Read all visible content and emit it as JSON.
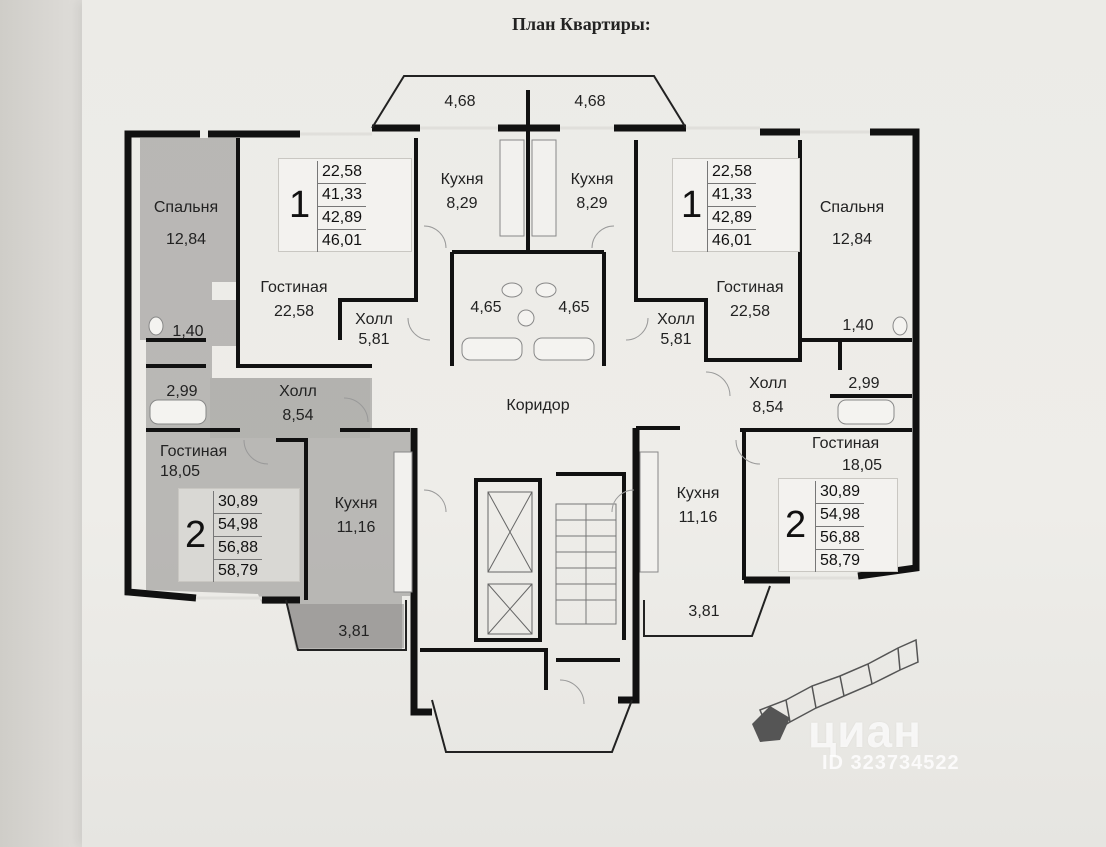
{
  "title": "План Квартиры:",
  "balconies_top": [
    "4,68",
    "4,68"
  ],
  "balconies_bottom": [
    "3,81",
    "3,81"
  ],
  "corridor_label": "Коридор",
  "apartment_left_1": {
    "number": "1",
    "areas": [
      "22,58",
      "41,33",
      "42,89",
      "46,01"
    ],
    "kitchen": {
      "name": "Кухня",
      "area": "8,29"
    },
    "living": {
      "name": "Гостиная",
      "area": "22,58"
    },
    "hall": {
      "name": "Холл",
      "area": "5,81"
    },
    "bath": "4,65"
  },
  "apartment_right_1": {
    "number": "1",
    "areas": [
      "22,58",
      "41,33",
      "42,89",
      "46,01"
    ],
    "kitchen": {
      "name": "Кухня",
      "area": "8,29"
    },
    "living": {
      "name": "Гостиная",
      "area": "22,58"
    },
    "hall": {
      "name": "Холл",
      "area": "5,81"
    },
    "bath": "4,65"
  },
  "apartment_left_2": {
    "number": "2",
    "areas": [
      "30,89",
      "54,98",
      "56,88",
      "58,79"
    ],
    "bedroom": {
      "name": "Спальня",
      "area": "12,84"
    },
    "wc": "1,40",
    "bath": "2,99",
    "hall": {
      "name": "Холл",
      "area": "8,54"
    },
    "living": {
      "name": "Гостиная",
      "area": "18,05"
    },
    "kitchen": {
      "name": "Кухня",
      "area": "11,16"
    }
  },
  "apartment_right_2": {
    "number": "2",
    "areas": [
      "30,89",
      "54,98",
      "56,88",
      "58,79"
    ],
    "bedroom": {
      "name": "Спальня",
      "area": "12,84"
    },
    "wc": "1,40",
    "bath": "2,99",
    "hall": {
      "name": "Холл",
      "area": "8,54"
    },
    "living": {
      "name": "Гостиная",
      "area": "18,05"
    },
    "kitchen": {
      "name": "Кухня",
      "area": "11,16"
    }
  },
  "watermark": {
    "brand": "циан",
    "id": "ID 323734522"
  }
}
